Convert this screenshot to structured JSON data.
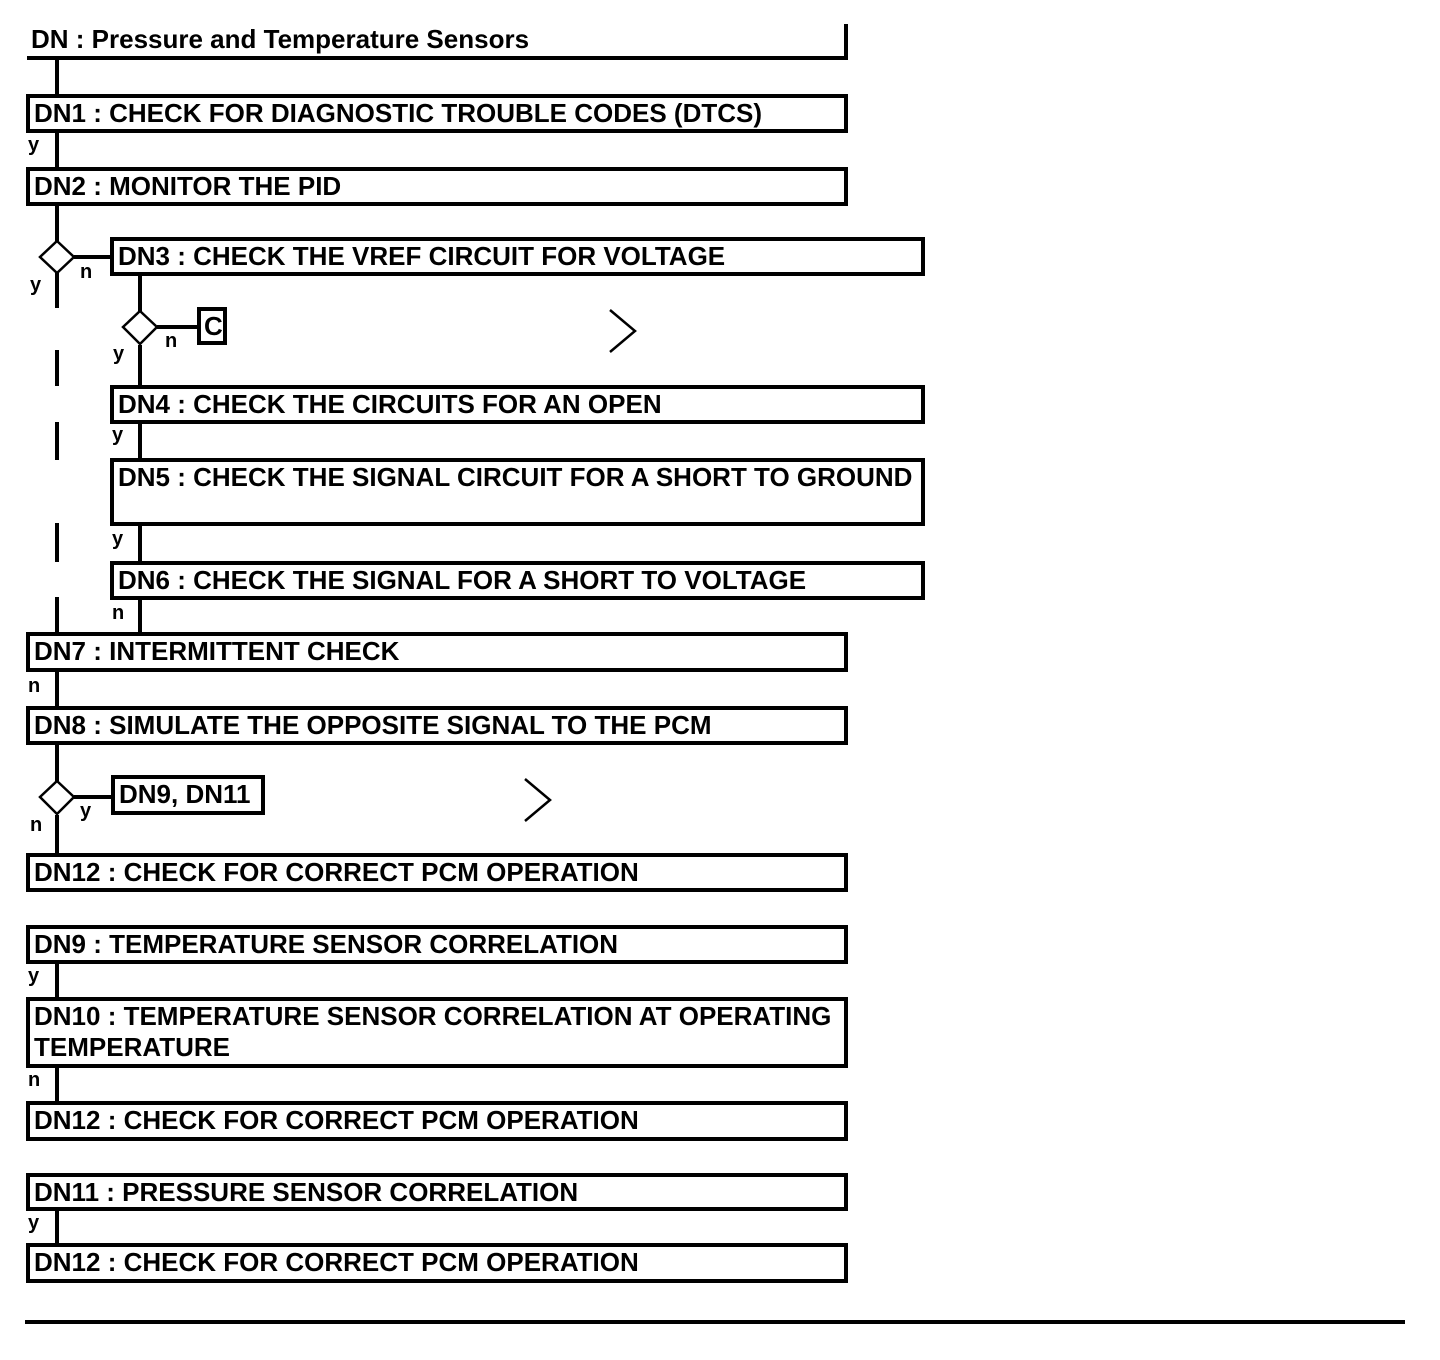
{
  "title": "DN : Pressure and Temperature Sensors",
  "steps": {
    "dn1": "DN1 : CHECK FOR DIAGNOSTIC TROUBLE CODES (DTCS)",
    "dn2": "DN2 : MONITOR THE PID",
    "dn3": "DN3 : CHECK THE VREF CIRCUIT FOR VOLTAGE",
    "c": "C",
    "dn4": "DN4 : CHECK THE CIRCUITS FOR AN OPEN",
    "dn5": "DN5 : CHECK THE SIGNAL CIRCUIT FOR A SHORT TO GROUND",
    "dn6": "DN6 : CHECK THE SIGNAL FOR A SHORT TO VOLTAGE",
    "dn7": "DN7 : INTERMITTENT CHECK",
    "dn8": "DN8 : SIMULATE THE OPPOSITE SIGNAL TO THE PCM",
    "dn9_dn11": "DN9, DN11",
    "dn12_a": "DN12 : CHECK FOR CORRECT PCM OPERATION",
    "dn9": "DN9 : TEMPERATURE SENSOR CORRELATION",
    "dn10": "DN10 : TEMPERATURE SENSOR CORRELATION AT OPERATING TEMPERATURE",
    "dn12_b": "DN12 : CHECK FOR CORRECT PCM OPERATION",
    "dn11": "DN11 : PRESSURE SENSOR CORRELATION",
    "dn12_c": "DN12 : CHECK FOR CORRECT PCM OPERATION"
  },
  "branch_labels": {
    "yes": "y",
    "no": "n"
  }
}
